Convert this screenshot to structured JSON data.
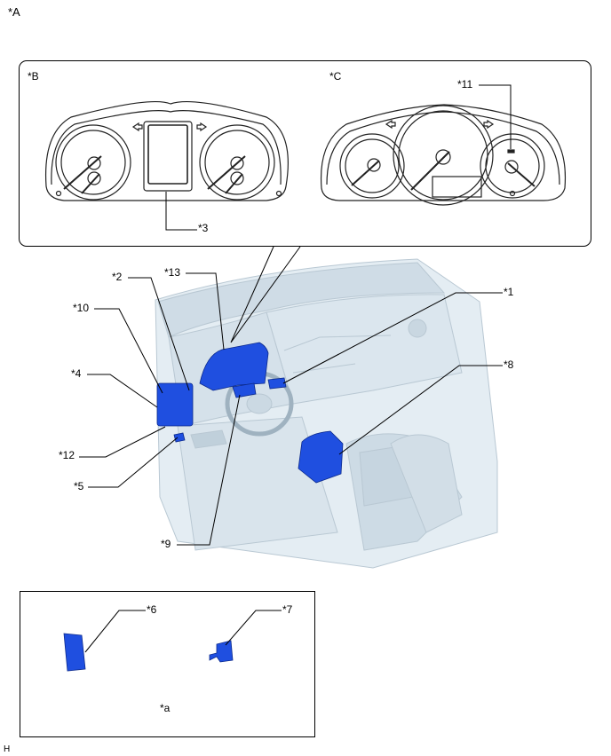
{
  "figure": {
    "view_label": "*A",
    "inset_b_label": "*B",
    "inset_c_label": "*C",
    "inset_a_label": "*a",
    "footer_code": "H"
  },
  "callouts": {
    "c1": "*1",
    "c2": "*2",
    "c3": "*3",
    "c4": "*4",
    "c5": "*5",
    "c6": "*6",
    "c7": "*7",
    "c8": "*8",
    "c9": "*9",
    "c10": "*10",
    "c11": "*11",
    "c12": "*12",
    "c13": "*13"
  },
  "colors": {
    "component_blue": "#1f4fe0",
    "dashboard_light": "#dde8f0",
    "dashboard_mid": "#c4d3de",
    "line": "#000000"
  }
}
